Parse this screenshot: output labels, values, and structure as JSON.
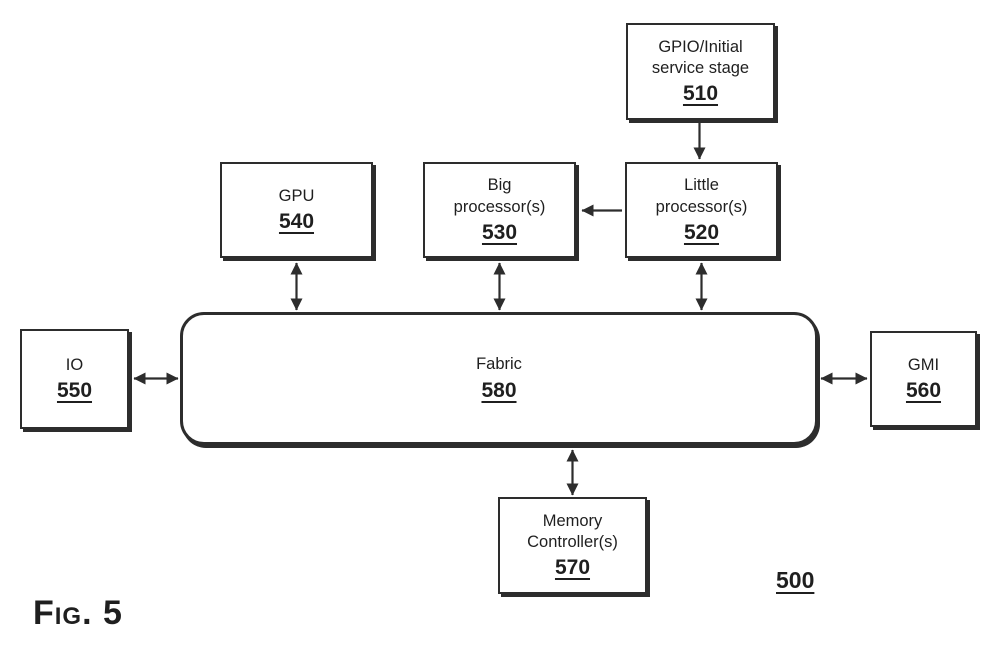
{
  "figure": {
    "fig_label": "Fig. 5",
    "diagram_ref": "500"
  },
  "nodes": {
    "gpio": {
      "label": "GPIO/Initial\nservice stage",
      "ref": "510"
    },
    "little": {
      "label": "Little\nprocessor(s)",
      "ref": "520"
    },
    "big": {
      "label": "Big\nprocessor(s)",
      "ref": "530"
    },
    "gpu": {
      "label": "GPU",
      "ref": "540"
    },
    "io": {
      "label": "IO",
      "ref": "550"
    },
    "gmi": {
      "label": "GMI",
      "ref": "560"
    },
    "memory": {
      "label": "Memory\nController(s)",
      "ref": "570"
    },
    "fabric": {
      "label": "Fabric",
      "ref": "580"
    }
  },
  "connections": [
    {
      "from": "GPIO/Initial service stage 510",
      "to": "Little processor(s) 520",
      "arrow": "single",
      "direction": "down"
    },
    {
      "from": "Little processor(s) 520",
      "to": "Big processor(s) 530",
      "arrow": "single",
      "direction": "left"
    },
    {
      "from": "GPU 540",
      "to": "Fabric 580",
      "arrow": "double"
    },
    {
      "from": "Big processor(s) 530",
      "to": "Fabric 580",
      "arrow": "double"
    },
    {
      "from": "Little processor(s) 520",
      "to": "Fabric 580",
      "arrow": "double"
    },
    {
      "from": "IO 550",
      "to": "Fabric 580",
      "arrow": "double"
    },
    {
      "from": "GMI 560",
      "to": "Fabric 580",
      "arrow": "double"
    },
    {
      "from": "Memory Controller(s) 570",
      "to": "Fabric 580",
      "arrow": "double"
    }
  ],
  "colors": {
    "line": "#2d2d2d",
    "text": "#1f1f1f",
    "background": "#ffffff"
  }
}
